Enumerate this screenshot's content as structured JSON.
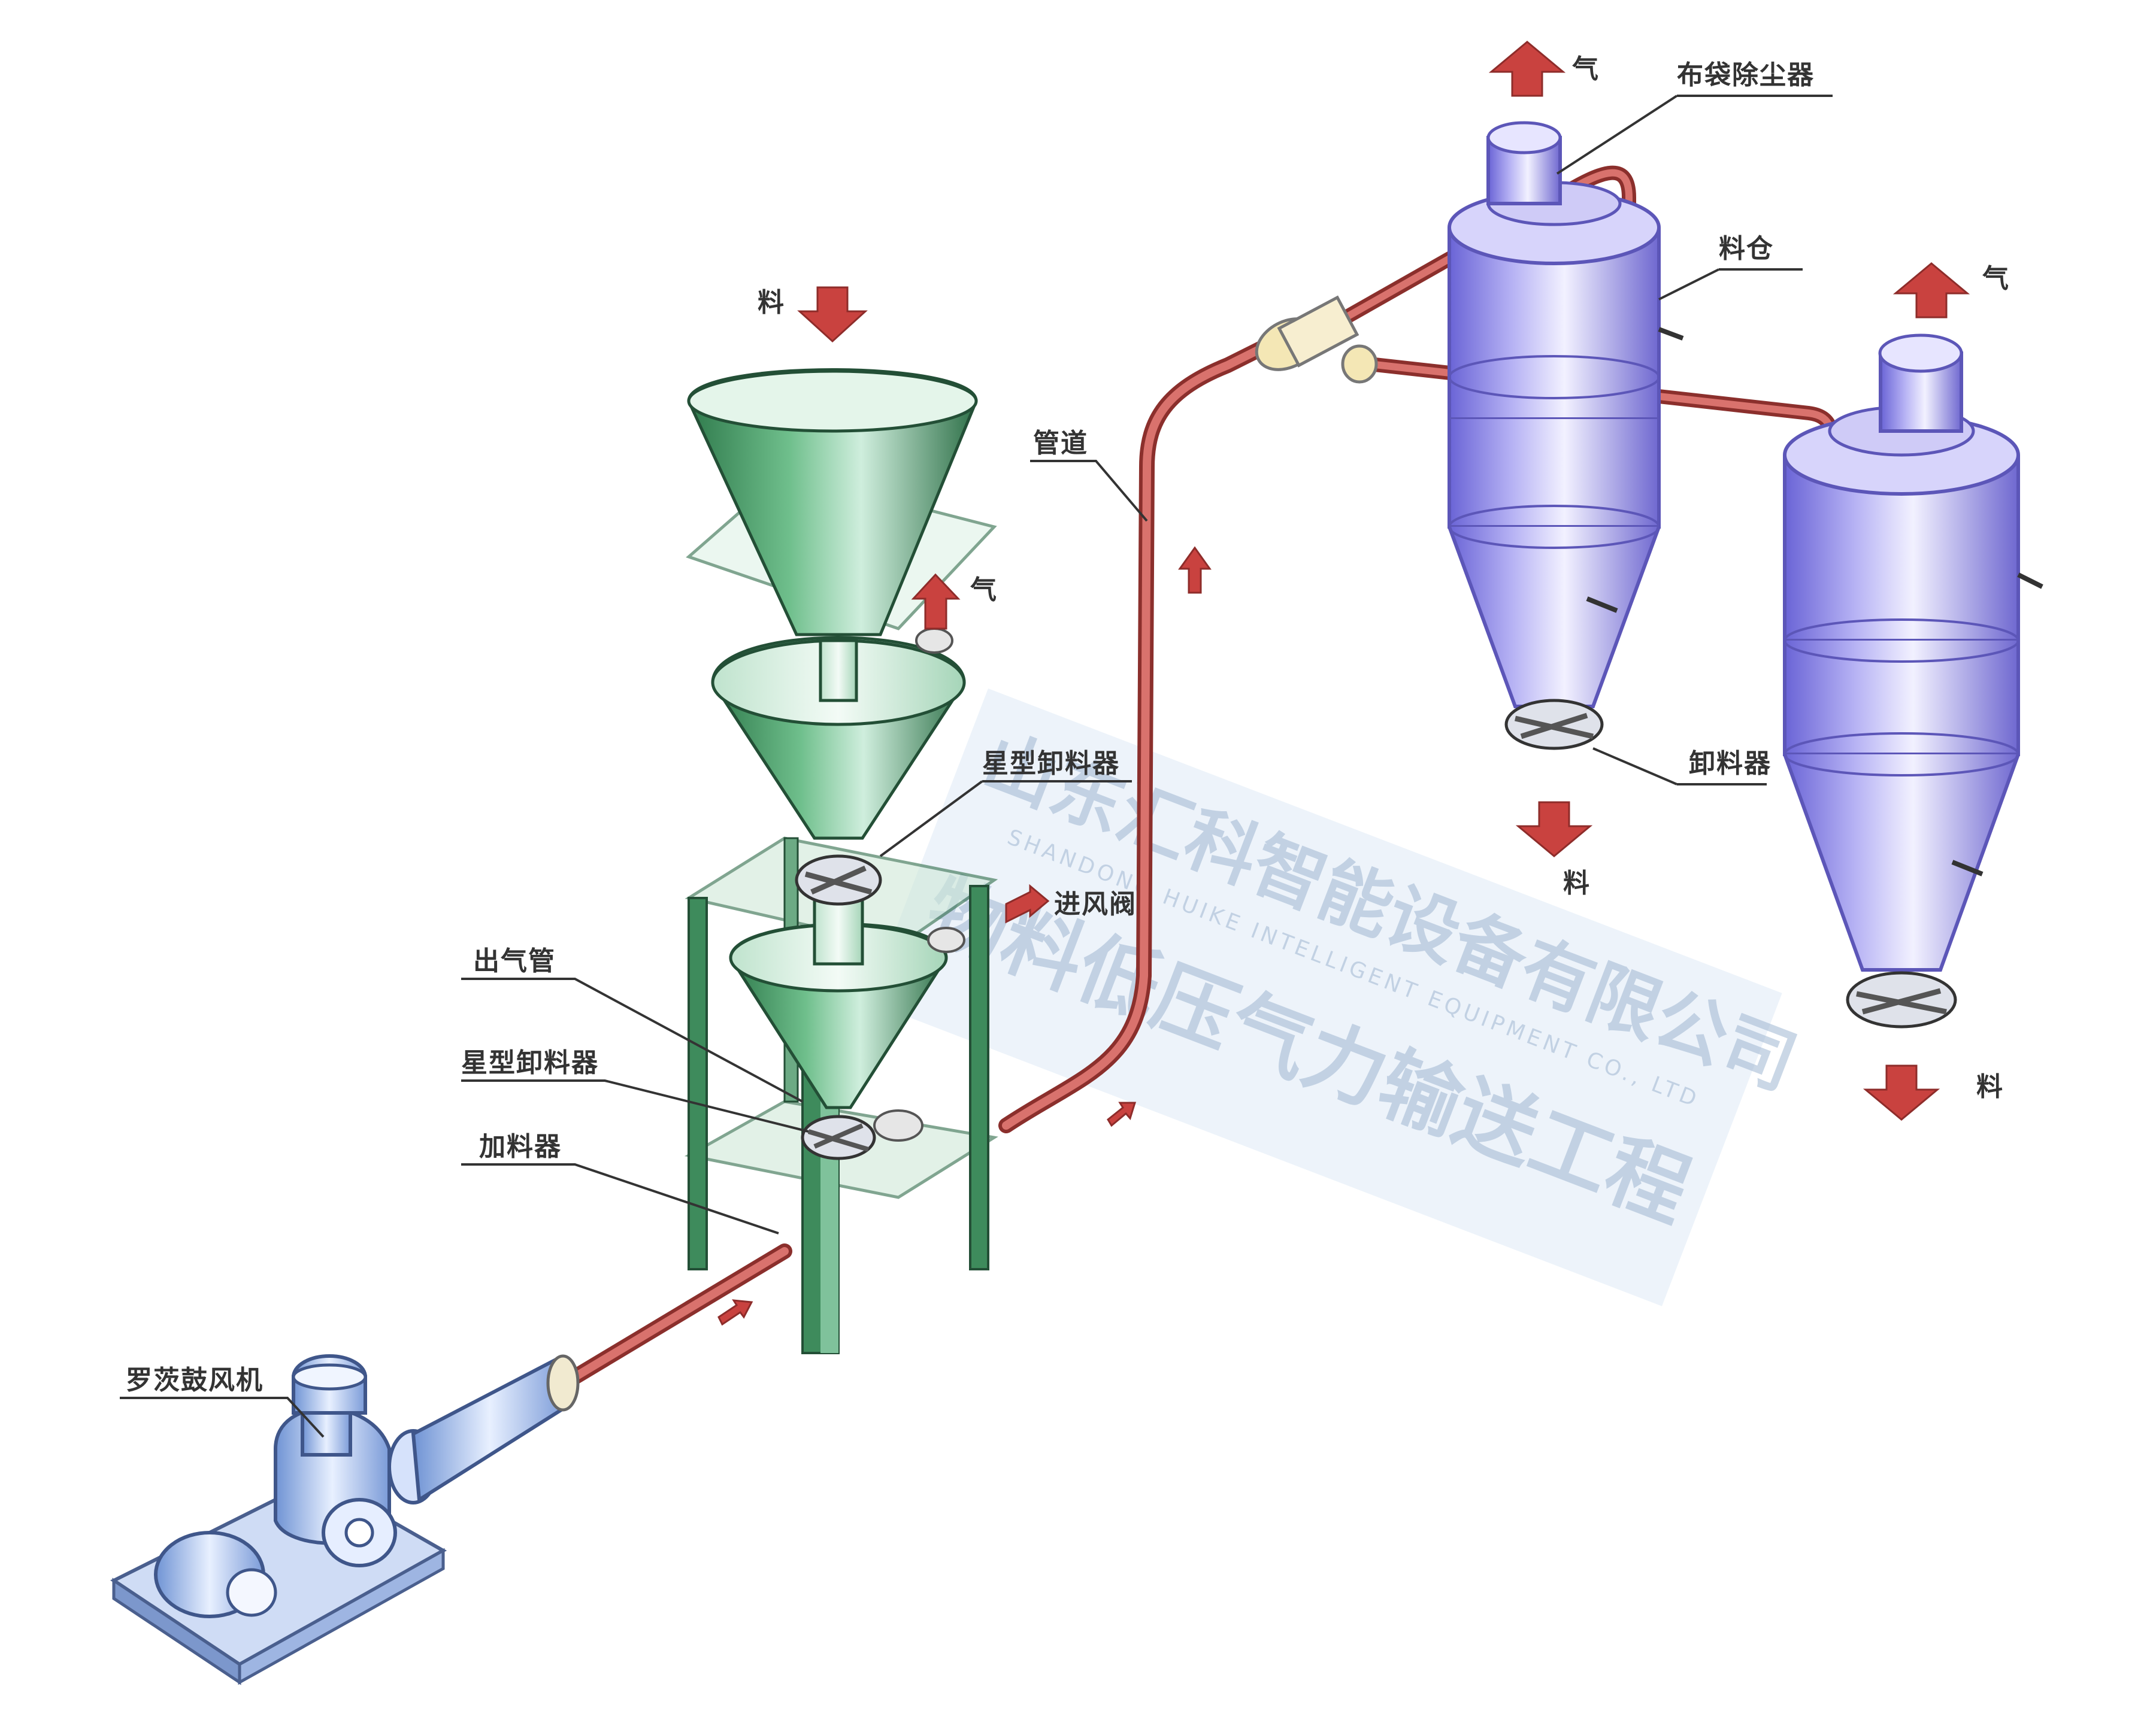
{
  "labels": {
    "feed_in": "料",
    "air_out_hopper": "气",
    "upper_valve": "星型卸料器",
    "intake_air": "进风阀",
    "vent_pipe": "出气管",
    "lower_valve": "星型卸料器",
    "mixer": "加料器",
    "blower": "罗茨鼓风机",
    "conveying_pipe": "管道",
    "cyclone_outlet": "布袋除尘器",
    "silo": "料仓",
    "discharge_valve": "卸料器",
    "material_out_1": "料",
    "material_out_2": "料",
    "air_out_1": "气",
    "air_out_2": "气"
  },
  "watermark": {
    "company_cn": "山东汇科智能设备有限公司",
    "company_en": "SHANDONG HUIKE INTELLIGENT EQUIPMENT CO., LTD",
    "project_cn": "物料低压气力输送工程"
  },
  "colors": {
    "hopper": "#3f8f5e",
    "silo": "#8c86e6",
    "pipe": "#c0504d",
    "arrow": "#c9423f",
    "blower": "#a9c4ef"
  }
}
